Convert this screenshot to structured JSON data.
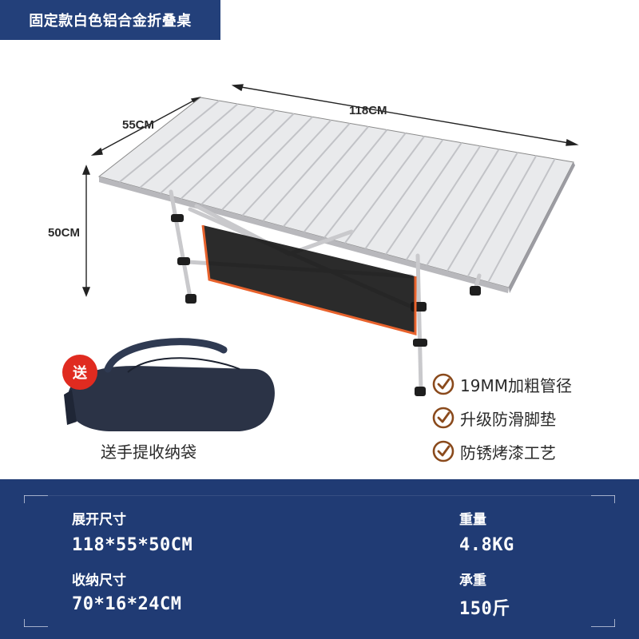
{
  "title": "固定款白色铝合金折叠桌",
  "dimensions": {
    "length": "118CM",
    "width": "55CM",
    "height": "50CM"
  },
  "badge": "送",
  "bag_caption": "送手提收纳袋",
  "features": [
    {
      "label": "19MM加粗管径",
      "icon": "check-circle-icon"
    },
    {
      "label": "升级防滑脚垫",
      "icon": "check-circle-icon"
    },
    {
      "label": "防锈烤漆工艺",
      "icon": "check-circle-icon"
    }
  ],
  "specs": {
    "unfolded_label": "展开尺寸",
    "unfolded_value": "118*55*50CM",
    "folded_label": "收纳尺寸",
    "folded_value": "70*16*24CM",
    "weight_label": "重量",
    "weight_value": "4.8KG",
    "load_label": "承重",
    "load_value": "150斤"
  },
  "colors": {
    "brand_navy": "#203b74",
    "badge_red": "#e02b20",
    "check_brown": "#8a4a1c"
  }
}
